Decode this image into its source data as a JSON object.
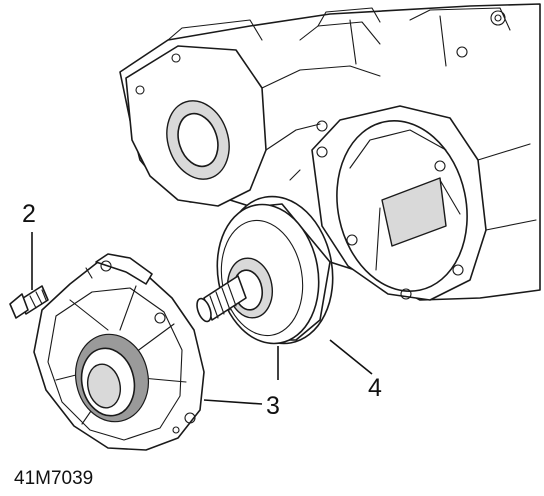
{
  "callouts": {
    "bolt": "2",
    "bearing_cover": "3",
    "oil_pump": "4"
  },
  "figure_id": "41M7039"
}
